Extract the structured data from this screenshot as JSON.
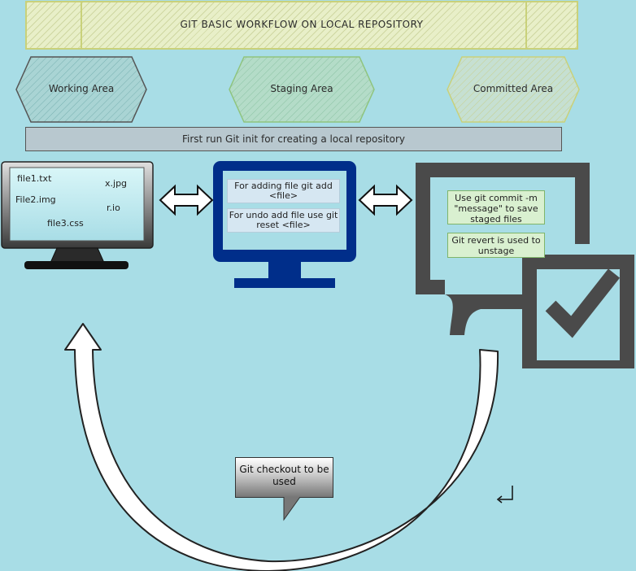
{
  "title": "GIT BASIC WORKFLOW ON LOCAL REPOSITORY",
  "areas": {
    "working": "Working Area",
    "staging": "Staging Area",
    "committed": "Committed Area"
  },
  "init_note": "First run Git init for creating a local repository",
  "working_files": [
    "file1.txt",
    "x.jpg",
    "File2.img",
    "r.io",
    "file3.css"
  ],
  "staging_notes": {
    "add": "For adding file git add <file>",
    "reset": "For undo add file use git reset <file>"
  },
  "commit_notes": {
    "commit": "Use git commit -m \"message\" to save staged files",
    "revert": "Git revert is used to unstage"
  },
  "checkout_note": "Git checkout to be used",
  "colors": {
    "background": "#a8dde6",
    "monitor_blue": "#002e8a",
    "commit_icon": "#4a4a4a",
    "title_fill": "#e8efc8"
  }
}
